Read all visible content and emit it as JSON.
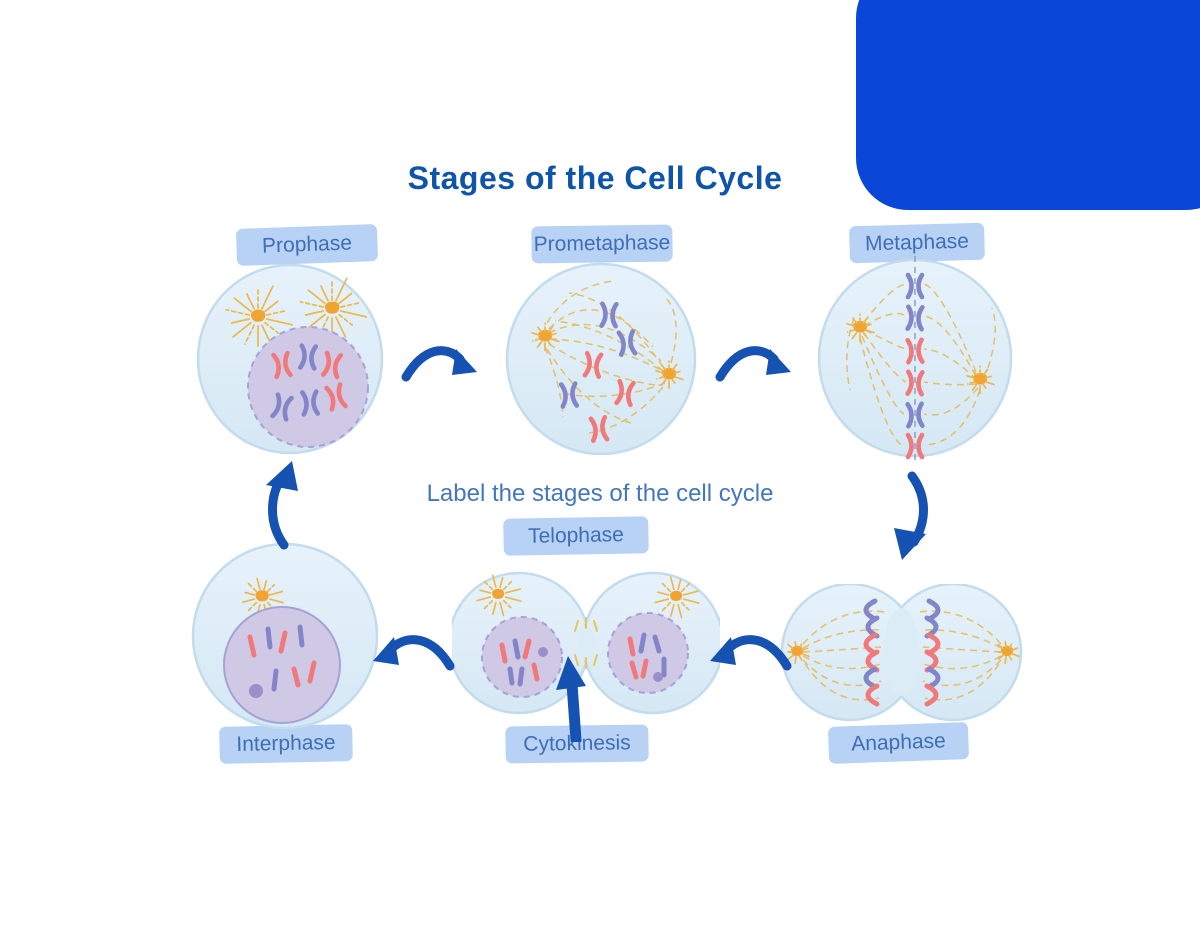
{
  "title": "Stages of the Cell Cycle",
  "instruction": "Label the stages of the cell cycle",
  "labels": {
    "prophase": "Prophase",
    "prometaphase": "Prometaphase",
    "metaphase": "Metaphase",
    "anaphase": "Anaphase",
    "telophase": "Telophase",
    "cytokinesis": "Cytokinesis",
    "interphase": "Interphase"
  },
  "icons": {
    "cycle_arrows": [
      "arrow-prophase-to-prometaphase",
      "arrow-prometaphase-to-metaphase",
      "arrow-metaphase-to-anaphase",
      "arrow-anaphase-to-telophase",
      "arrow-telophase-to-interphase",
      "arrow-interphase-to-prophase",
      "arrow-cytokinesis-to-furrow"
    ]
  },
  "colors": {
    "corner_accent": "#0a46d8",
    "arrow": "#1552b2",
    "label_background": "#b7d2f4",
    "label_text": "#3f6db6",
    "title_text": "#0e55a9",
    "instruction_text": "#4377bc",
    "cell_fill": "#ddedf7",
    "cell_outline": "#c3dced",
    "nucleus_fill": "#cfc9e6",
    "nucleus_outline": "#a7a2d6",
    "chromosome_red": "#f0797c",
    "chromosome_purple": "#8285c8",
    "centrosome": "#f2a432",
    "spindle_fiber": "#e3bd62"
  }
}
